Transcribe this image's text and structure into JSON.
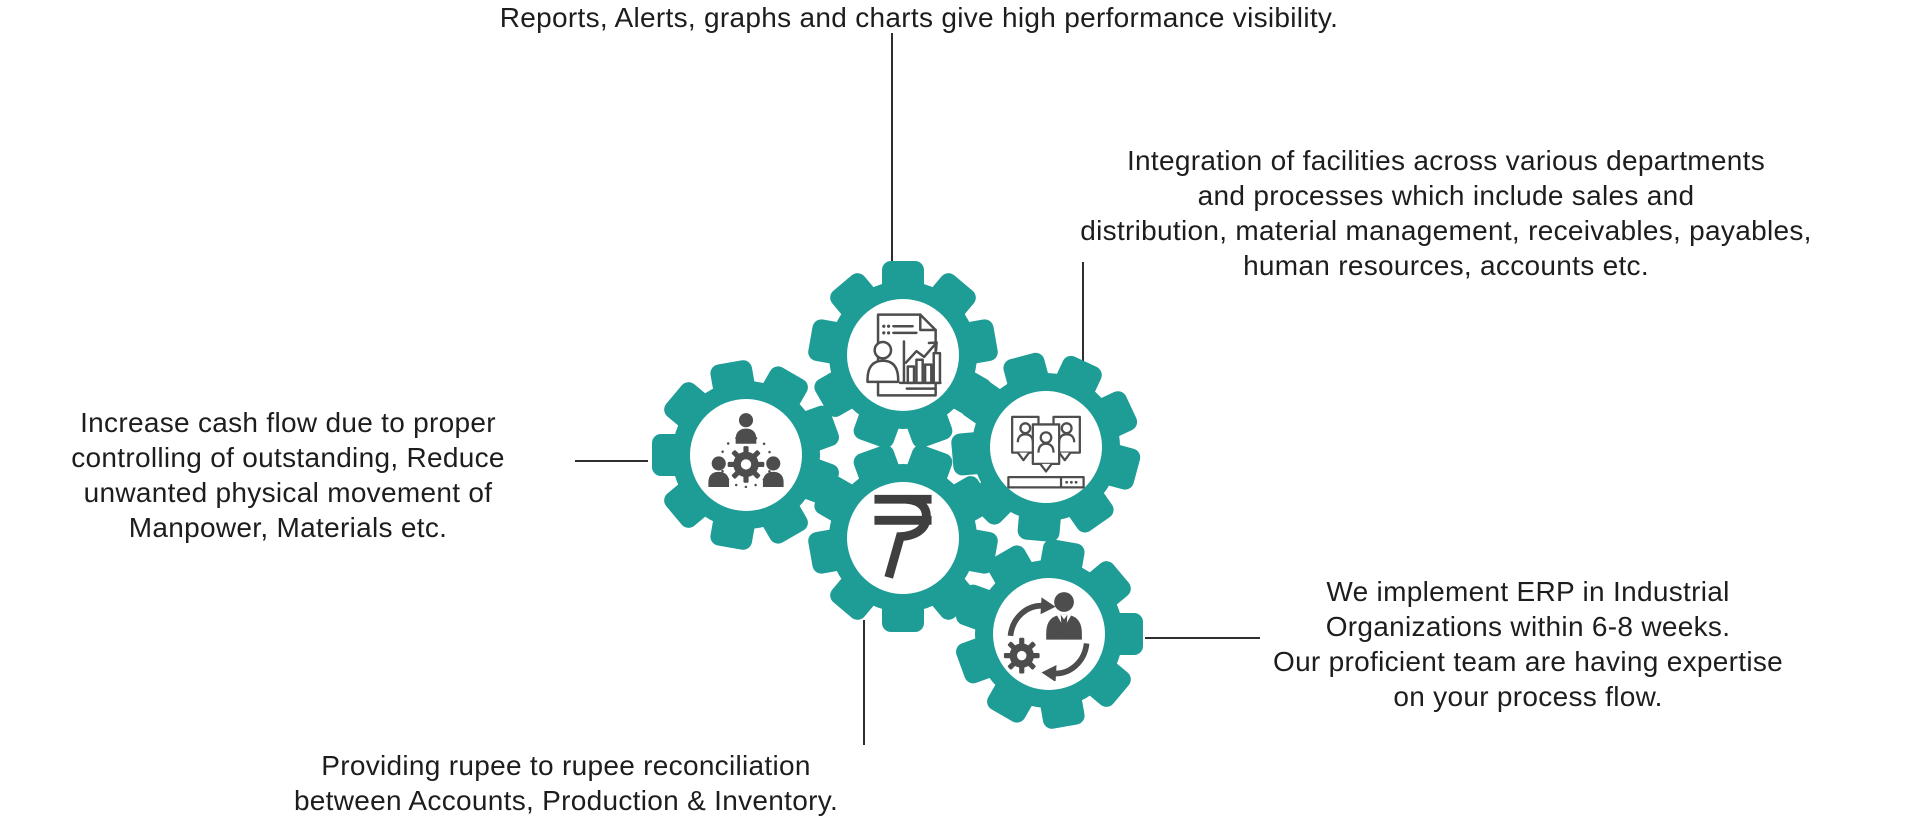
{
  "colors": {
    "background": "#FFFFFF",
    "gear": "#1E9C96",
    "icon": "#4D4D4D",
    "rupee": "#3F3F3F",
    "connector": "#2E2E2E",
    "text": "#1D1D1D"
  },
  "captions": {
    "reports": "Reports, Alerts, graphs and charts give high performance visibility.",
    "integration": [
      "Integration of facilities across various departments",
      "and processes which include sales and",
      "distribution, material management, receivables, payables,",
      "human resources, accounts etc."
    ],
    "cash_flow": [
      "Increase cash flow due to proper",
      "controlling of outstanding, Reduce",
      "unwanted physical movement of",
      "Manpower, Materials etc."
    ],
    "reconciliation": [
      "Providing rupee to rupee reconciliation",
      "between Accounts, Production & Inventory."
    ],
    "implementation": [
      "We implement ERP in Industrial",
      "Organizations within 6-8 weeks.",
      "Our proficient team are having expertise",
      "on your process flow."
    ]
  },
  "gears": [
    {
      "name": "reports-gear",
      "icon": "report-analytics-icon"
    },
    {
      "name": "team-gear",
      "icon": "team-network-icon"
    },
    {
      "name": "integration-gear",
      "icon": "video-conference-icon"
    },
    {
      "name": "rupee-gear",
      "icon": "rupee-icon"
    },
    {
      "name": "implementation-gear",
      "icon": "process-automation-icon"
    }
  ]
}
